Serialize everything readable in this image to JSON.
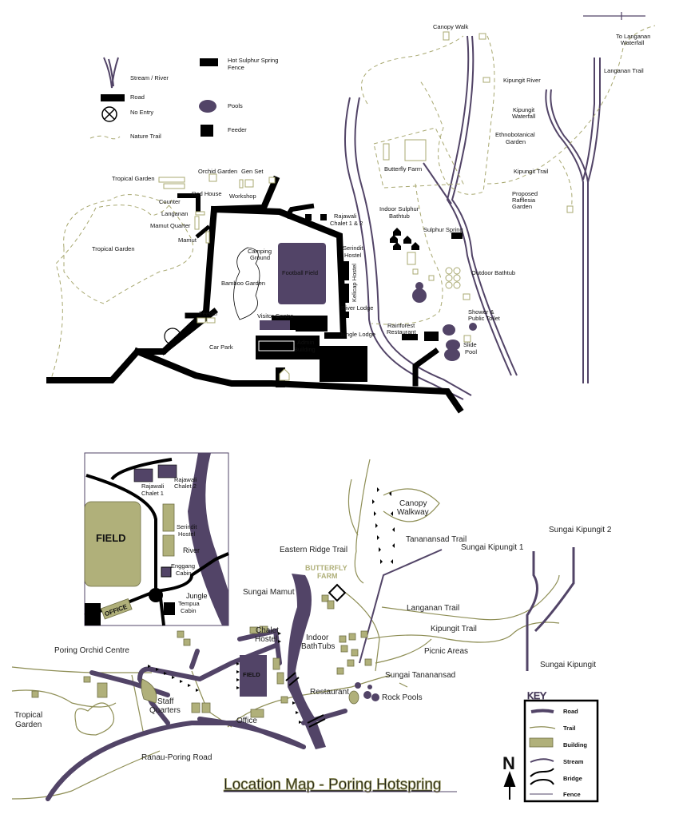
{
  "colors": {
    "road_purple": "#524467",
    "building_olive": "#b0b07a",
    "trail": "#a8a870",
    "black": "#000000"
  },
  "top_legend": {
    "stream": "Stream / River",
    "road": "Road",
    "no_entry": "No Entry",
    "nature_trail": "Nature Trail",
    "fence_1": "Hot Sulphur Spring",
    "fence_2": "Fence",
    "pools": "Pools",
    "feeder": "Feeder"
  },
  "top_map": {
    "canopy_walk": "Canopy Walk",
    "to_langanan_1": "To Langanan",
    "to_langanan_2": "Waterfall",
    "langanan_trail": "Langanan Trail",
    "kipungit_river": "Kipungit River",
    "kipungit_waterfall_1": "Kipungit",
    "kipungit_waterfall_2": "Waterfall",
    "ethno_1": "Ethnobotanical",
    "ethno_2": "Garden",
    "kipungit_trail": "Kipungit Trail",
    "rafflesia_1": "Proposed",
    "rafflesia_2": "Rafflesia",
    "rafflesia_3": "Garden",
    "butterfly_farm": "Butterfly Farm",
    "indoor_1": "Indoor Sulphur",
    "indoor_2": "Bathtub",
    "sulphur_spring": "Sulphur Spring",
    "outdoor_bathtub": "Outdoor Bathtub",
    "shower_1": "Shower &",
    "shower_2": "Public Toilet",
    "slide_1": "Slide",
    "slide_2": "Pool",
    "restaurant_1": "Rainforest",
    "restaurant_2": "Restaurant",
    "jungle_lodge": "Jungle Lodge",
    "river_lodge": "River Lodge",
    "kelicap_hostel": "Kelicap Hostel",
    "serindit_1": "Serindit",
    "serindit_2": "Hostel",
    "rajawali_1": "Rajawali",
    "rajawali_2": "Chalet 1 & 2",
    "camping_1": "Camping",
    "camping_2": "Ground",
    "football_field": "Football Field",
    "bamboo_garden": "Bamboo Garden",
    "visitor_centre": "Visitor Centre",
    "feeder": "Feeder",
    "car_park": "Car Park",
    "admin_1": "Admin",
    "admin_2": "Building",
    "tropical_garden_big": "Tropical Garden",
    "tropical_garden_small": "Tropical Garden",
    "orchid_garden": "Orchid Garden",
    "gen_set": "Gen Set",
    "red_house": "Red House",
    "workshop": "Workshop",
    "counter": "Counter",
    "langanan": "Langanan",
    "mamut_quarter": "Mamut Quarter",
    "mamut": "Mamut"
  },
  "inset": {
    "field": "FIELD",
    "rajawali1_1": "Rajawali",
    "rajawali1_2": "Chalet 1",
    "rajawali2_1": "Rajawali",
    "rajawali2_2": "Chalet 2",
    "serindit_1": "Serindit",
    "serindit_2": "Hostel",
    "river": "River",
    "enggang_1": "Enggang",
    "enggang_2": "Cabin",
    "jungle": "Jungle",
    "tempua_1": "Tempua",
    "tempua_2": "Cabin",
    "office": "OFFICE"
  },
  "bottom_map": {
    "title": "Location Map - Poring Hotspring",
    "poring_orchid": "Poring Orchid Centre",
    "tropical_1": "Tropical",
    "tropical_2": "Garden",
    "staff_1": "Staff",
    "staff_2": "Quarters",
    "office": "Office",
    "ranau_road": "Ranau-Poring Road",
    "chalet": "Chalet",
    "hostel": "Hostel",
    "field": "FIELD",
    "sungai_mamut": "Sungai Mamut",
    "eastern_ridge": "Eastern Ridge Trail",
    "butterfly_1": "BUTTERFLY",
    "butterfly_2": "FARM",
    "indoor_1": "Indoor",
    "indoor_2": "BathTubs",
    "restaurant": "Restaurant",
    "rock_pools": "Rock Pools",
    "sungai_tananansad": "Sungai Tananansad",
    "picnic": "Picnic Areas",
    "kipungit_trail": "Kipungit Trail",
    "langanan_trail": "Langanan Trail",
    "tananansad_trail": "Tananansad Trail",
    "kipungit1": "Sungai Kipungit 1",
    "kipungit2": "Sungai Kipungit 2",
    "kipungit": "Sungai Kipungit",
    "canopy_1": "Canopy",
    "canopy_2": "Walkway"
  },
  "key": {
    "title": "KEY",
    "road": "Road",
    "trail": "Trail",
    "building": "Building",
    "stream": "Stream",
    "bridge": "Bridge",
    "fence": "Fence",
    "north": "N"
  }
}
